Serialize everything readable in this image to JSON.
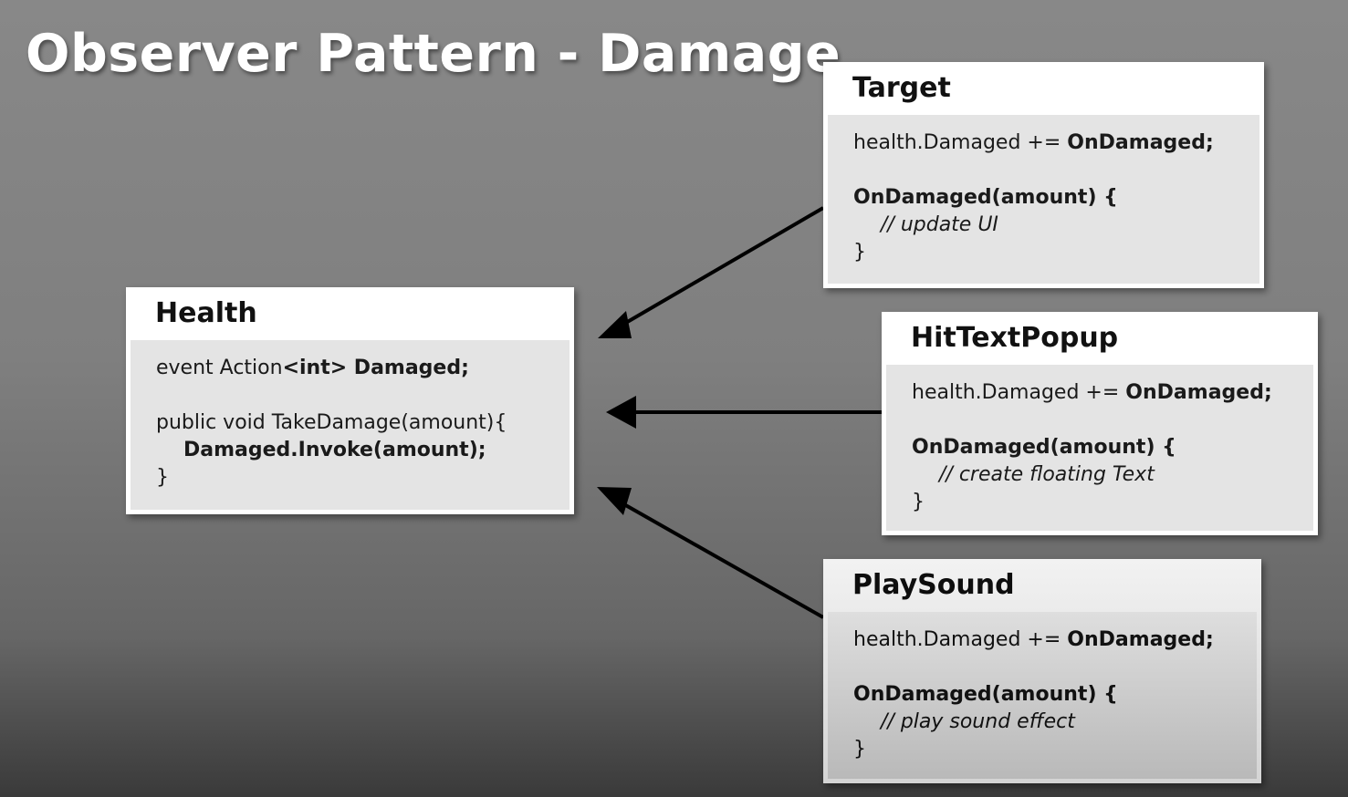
{
  "title": "Observer Pattern - Damage",
  "health": {
    "header": "Health",
    "line1_plain": "event Action",
    "line1_bold": "<int> Damaged;",
    "line2": "public void TakeDamage(amount){",
    "line3": "Damaged.Invoke(amount);",
    "line4": "}"
  },
  "target": {
    "header": "Target",
    "subscribe_plain": "health.Damaged += ",
    "subscribe_bold": "OnDamaged;",
    "handler": "OnDamaged(amount) {",
    "comment": "// update UI",
    "close": "}"
  },
  "hittext": {
    "header": "HitTextPopup",
    "subscribe_plain": "health.Damaged += ",
    "subscribe_bold": "OnDamaged;",
    "handler": "OnDamaged(amount) {",
    "comment": "// create floating Text",
    "close": "}"
  },
  "playsound": {
    "header": "PlaySound",
    "subscribe_plain": "health.Damaged += ",
    "subscribe_bold": "OnDamaged;",
    "handler": "OnDamaged(amount) {",
    "comment": "// play sound effect",
    "close": "}"
  },
  "arrow_color": "#000000"
}
